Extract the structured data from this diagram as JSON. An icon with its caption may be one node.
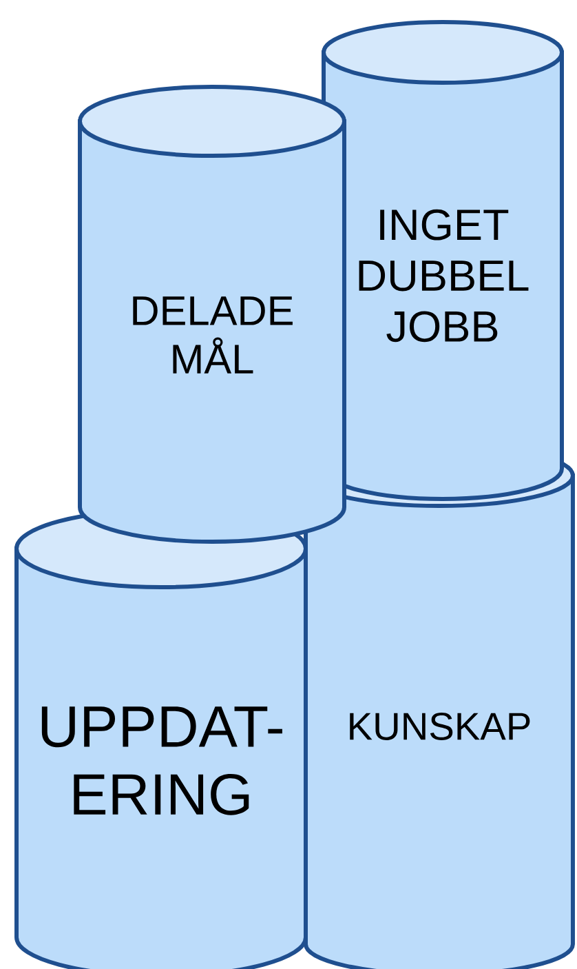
{
  "diagram": {
    "nodes": [
      {
        "text": [
          "DELADE MÅL"
        ]
      },
      {
        "text": [
          "INGET DUBBEL JOBB"
        ]
      },
      {
        "text": [
          "UPPDAT- ERING"
        ]
      },
      {
        "text": [
          "KUNSKAP"
        ]
      }
    ]
  }
}
